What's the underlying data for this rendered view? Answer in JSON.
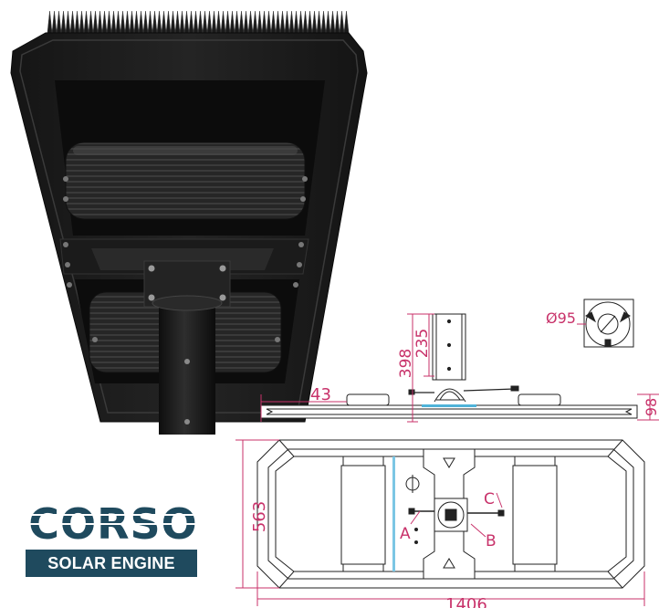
{
  "brand": {
    "wordmark": "CORSO",
    "tagline": "SOLAR ENGINE",
    "color": "#1f4a5e"
  },
  "dimensions": {
    "pole_height": "398",
    "bracket_height": "235",
    "mount_diameter": "Ø95",
    "side_offset": "43",
    "thickness": "98",
    "width": "563",
    "length": "1406"
  },
  "callouts": {
    "a": "A",
    "b": "B",
    "c": "C"
  },
  "colors": {
    "dimension_lines": "#c8326a",
    "drawing_lines": "#222222",
    "fixture_body": "#1e1e1e"
  }
}
